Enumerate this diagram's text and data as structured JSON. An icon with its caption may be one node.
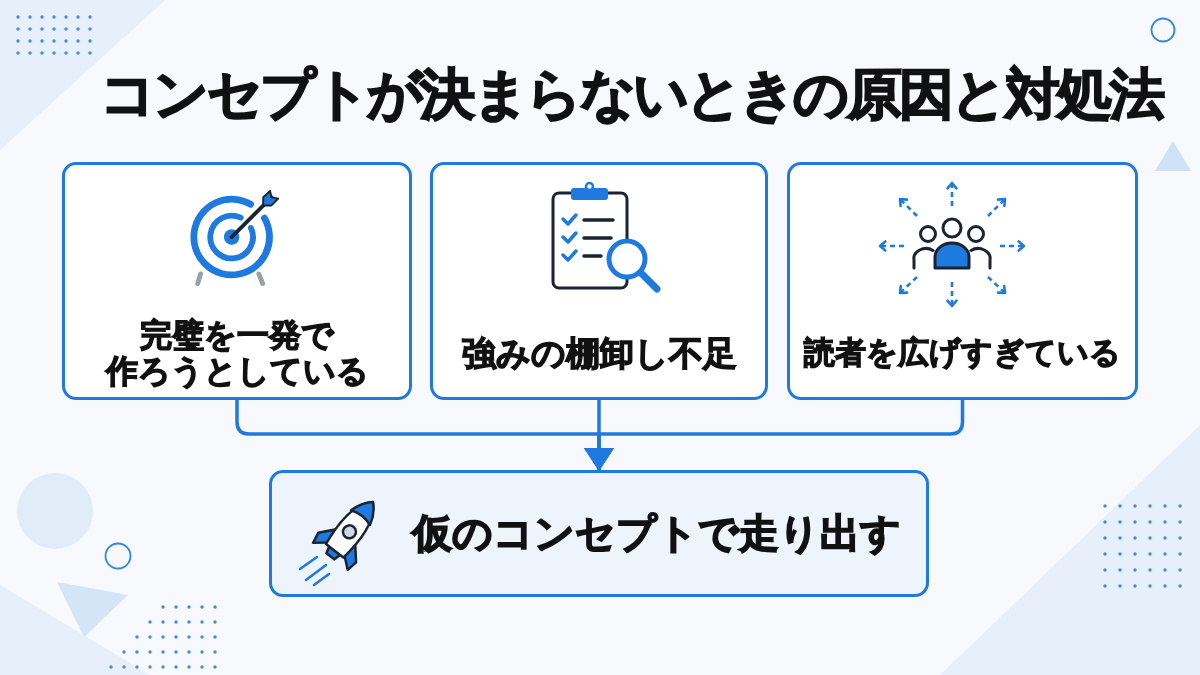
{
  "diagram": {
    "title": "コンセプトが決まらないときの原因と対処法",
    "nodes": [
      {
        "text": [
          "完璧を一発で作ろうとしている"
        ]
      },
      {
        "text": [
          "強みの棚卸し不足"
        ]
      },
      {
        "text": [
          "読者を広げすぎている"
        ]
      },
      {
        "text": [
          "仮のコンセプトで走り出す"
        ]
      }
    ],
    "edges": [
      {
        "from": 0,
        "to": 3,
        "arrow": "to"
      },
      {
        "from": 1,
        "to": 3,
        "arrow": "to"
      },
      {
        "from": 2,
        "to": 3,
        "arrow": "to"
      }
    ]
  }
}
